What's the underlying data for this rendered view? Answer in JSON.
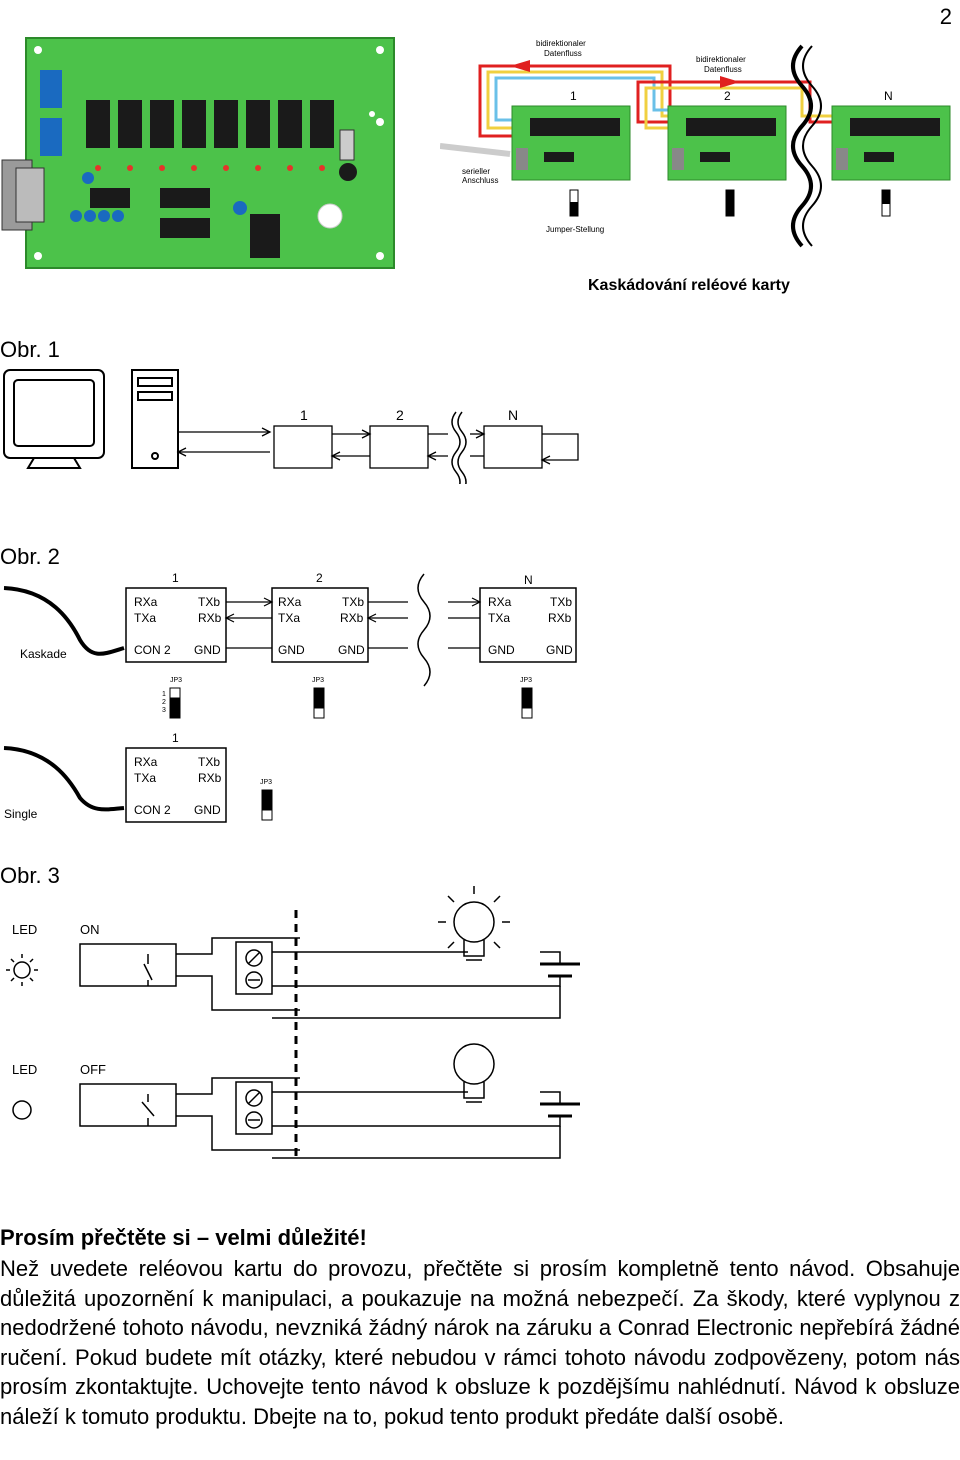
{
  "page_number": "2",
  "figure1": {
    "caption": "Kaskádování reléové karty",
    "annotations": {
      "flow1": [
        "bidirektionaler",
        "Datenfluss"
      ],
      "flow2": [
        "bidirektionaler",
        "Datenfluss"
      ],
      "serial": [
        "serieller",
        "Anschluss"
      ],
      "jumper": "Jumper-Stellung",
      "boards": [
        "1",
        "2",
        "N"
      ]
    }
  },
  "figure_labels": [
    "Obr. 1",
    "Obr. 2",
    "Obr. 3"
  ],
  "obr1": {
    "boxes": [
      "1",
      "2",
      "N"
    ]
  },
  "obr2": {
    "cascade_label": "Kaskade",
    "single_label": "Single",
    "boards": [
      {
        "num": "1",
        "left": [
          "RXa",
          "TXa",
          "CON 2"
        ],
        "right": [
          "TXb",
          "RXb",
          "GND"
        ]
      },
      {
        "num": "2",
        "left": [
          "RXa",
          "TXa",
          "GND"
        ],
        "right": [
          "TXb",
          "RXb",
          "GND"
        ]
      },
      {
        "num": "N",
        "left": [
          "RXa",
          "TXa",
          "GND"
        ],
        "right": [
          "TXb",
          "RXb",
          "GND"
        ]
      },
      {
        "num": "1",
        "left": [
          "RXa",
          "TXa",
          "CON 2"
        ],
        "right": [
          "TXb",
          "RXb",
          "GND"
        ]
      }
    ],
    "jumper_label": "JP3",
    "pins": [
      "1",
      "2",
      "3"
    ]
  },
  "obr3": {
    "on": {
      "led": "LED",
      "state": "ON"
    },
    "off": {
      "led": "LED",
      "state": "OFF"
    }
  },
  "warning": {
    "title": "Prosím přečtěte si – velmi důležité!",
    "body": "Než uvedete reléovou kartu do provozu, přečtěte si prosím kompletně tento návod. Obsahuje důležitá upozornění k manipulaci, a poukazuje na možná nebezpečí. Za škody, které vyplynou z nedodržené tohoto návodu, nevzniká žádný nárok na záruku a Conrad Electronic nepřebírá žádné ručení. Pokud budete mít otázky, které nebudou v rámci tohoto návodu zodpovězeny, potom nás prosím zkontaktujte. Uchovejte tento návod k obsluze k pozdějšímu nahlédnutí. Návod k obsluze náleží k tomuto produktu. Dbejte na to, pokud tento produkt předáte další osobě."
  },
  "colors": {
    "pcb_green": "#4cc24a",
    "relay_black": "#1a1a1a",
    "wire_red": "#e02020",
    "wire_yellow": "#f0d040"
  }
}
